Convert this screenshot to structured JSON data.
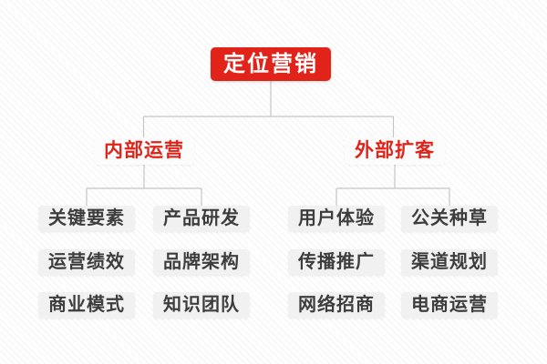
{
  "diagram": {
    "type": "mindmap",
    "root": {
      "label": "定位营销"
    },
    "branches": [
      {
        "label": "内部运营",
        "children": [
          "关键要素",
          "产品研发",
          "运营绩效",
          "品牌架构",
          "商业模式",
          "知识团队"
        ]
      },
      {
        "label": "外部扩客",
        "children": [
          "用户体验",
          "公关种草",
          "传播推广",
          "渠道规划",
          "网络招商",
          "电商运营"
        ]
      }
    ]
  },
  "colors": {
    "accent_red": "#e2231a",
    "root_text": "#ffffff",
    "branch_text": "#e2231a",
    "leaf_text": "#3d3d3d",
    "leaf_background": "#f1f1f1",
    "branch_background": "#fcfcfc",
    "connector": "#c5c5c5"
  }
}
